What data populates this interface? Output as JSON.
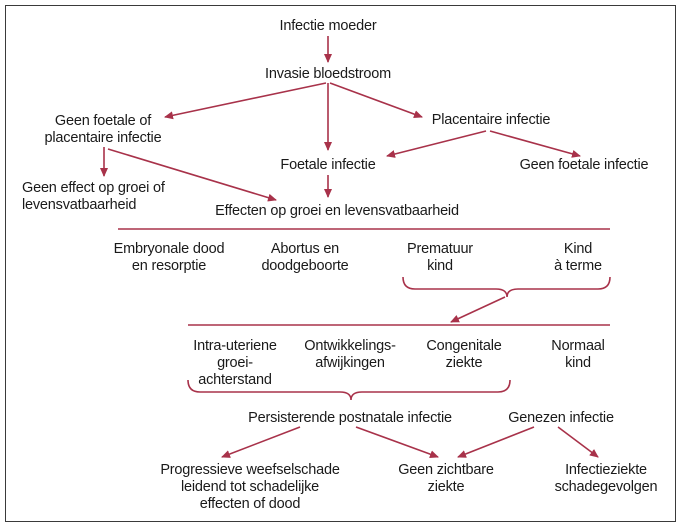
{
  "colors": {
    "arrow": "#a8324a",
    "brace": "#a8324a",
    "rule": "#a8324a",
    "text": "#1a1a1a"
  },
  "nodes": {
    "infection_mother": "Infectie moeder",
    "bloodstream_invasion": "Invasie bloedstroom",
    "no_fetal_placental": [
      "Geen foetale of",
      "placentaire infectie"
    ],
    "placental_infection": "Placentaire infectie",
    "fetal_infection": "Foetale infectie",
    "no_fetal_infection": "Geen foetale infectie",
    "no_effect_growth": [
      "Geen effect op groei of",
      "levensvatbaarheid"
    ],
    "effects_growth": "Effecten op groei en levensvatbaarheid"
  },
  "outcomes_row1": {
    "embryonic_death": [
      "Embryonale dood",
      "en resorptie"
    ],
    "abortion": [
      "Abortus en",
      "doodgeboorte"
    ],
    "premature": [
      "Prematuur",
      "kind"
    ],
    "term_child": [
      "Kind",
      "à terme"
    ]
  },
  "outcomes_row2": {
    "iugr": [
      "Intra-uteriene",
      "groei-",
      "achterstand"
    ],
    "developmental": [
      "Ontwikkelings-",
      "afwijkingen"
    ],
    "congenital": [
      "Congenitale",
      "ziekte"
    ],
    "normal_child": [
      "Normaal",
      "kind"
    ]
  },
  "bottom": {
    "persistent_infection": "Persisterende postnatale infectie",
    "healed_infection": "Genezen infectie",
    "progressive_damage": [
      "Progressieve weefselschade",
      "leidend tot schadelijke",
      "effecten of dood"
    ],
    "no_visible_disease": [
      "Geen zichtbare",
      "ziekte"
    ],
    "infection_sequelae": [
      "Infectieziekte",
      "schadegevolgen"
    ]
  }
}
